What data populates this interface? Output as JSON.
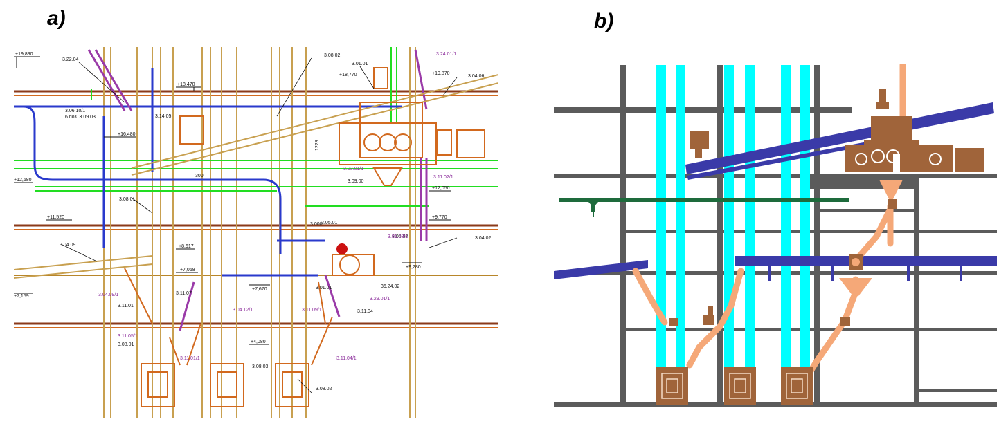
{
  "panels": {
    "a": {
      "label": "a)",
      "elevations": [
        "+19,890",
        "+18,470",
        "+18,770",
        "+19,870",
        "+16,480",
        "+12,580",
        "+12,050",
        "+11,520",
        "+9,770",
        "+8,617",
        "+7,058",
        "+7,670",
        "+9,280",
        "+7,159",
        "+4,080"
      ],
      "codes_black": [
        "3.22.04",
        "3.06.10/1",
        "6 поз. 3.09.03",
        "3.14.05",
        "3.01.01",
        "3.08.02",
        "3.04.06",
        "3.08.01",
        "3.04.09",
        "3.11.01",
        "3.11.07",
        "3.08.01",
        "3.08.03",
        "3.08.02",
        "3.01.01",
        "3.09.00",
        "3.06.02",
        "3.11.04",
        "3.04.02",
        "3.05.01",
        "36.24.02"
      ],
      "codes_purple": [
        "3.24.01/1",
        "3.11.02/1",
        "3.04.09/1",
        "3.04.12/1",
        "3.11.09/1",
        "3.29.01/1",
        "3.11.05/1",
        "3.11.01/1",
        "3.11.04/1",
        "3.03.01/1",
        "3.01.03/1"
      ],
      "dimensions": [
        "300",
        "1228",
        "3.000"
      ]
    },
    "b": {
      "label": "b)"
    }
  },
  "colors": {
    "structure_gray": "#5b5b5b",
    "elevator_cyan": "#00ffff",
    "conveyor_blue": "#3a3aa8",
    "equipment_brown": "#a0643a",
    "chute_peach": "#f5a878",
    "pipe_green": "#1e6b3c",
    "cad_green": "#22dd22",
    "cad_orange": "#d2691e",
    "cad_blue": "#2a3acc",
    "cad_purple": "#9a3aa8",
    "cad_tan": "#c8a050",
    "cad_red": "#cc1111"
  }
}
